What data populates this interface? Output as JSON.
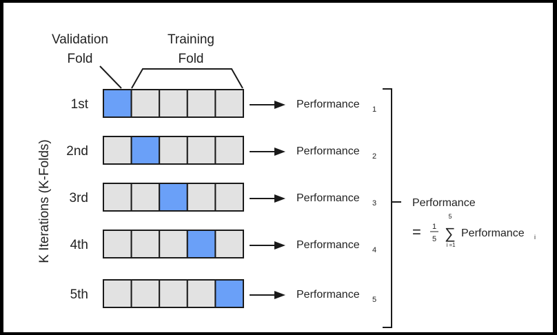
{
  "labels": {
    "validation_line1": "Validation",
    "validation_line2": "Fold",
    "training_line1": "Training",
    "training_line2": "Fold",
    "y_axis": "K Iterations (K-Folds)",
    "performance_word": "Performance",
    "summary_title": "Performance",
    "formula_equals": "=",
    "formula_num": "1",
    "formula_den": "5",
    "sum_top": "5",
    "sum_bottom": "i =1",
    "sum_symbol": "∑",
    "formula_term": "Performance",
    "formula_sub": "i"
  },
  "iterations": [
    {
      "label": "1st",
      "subscript": "1",
      "validation_fold": 1
    },
    {
      "label": "2nd",
      "subscript": "2",
      "validation_fold": 2
    },
    {
      "label": "3rd",
      "subscript": "3",
      "validation_fold": 3
    },
    {
      "label": "4th",
      "subscript": "4",
      "validation_fold": 4
    },
    {
      "label": "5th",
      "subscript": "5",
      "validation_fold": 5
    }
  ],
  "folds_per_row": 5,
  "colors": {
    "background": "#000000",
    "panel": "#ffffff",
    "validation_fold": "#6aa0f8",
    "training_fold": "#e2e2e2",
    "stroke": "#1a1a1a",
    "text": "#222222"
  }
}
